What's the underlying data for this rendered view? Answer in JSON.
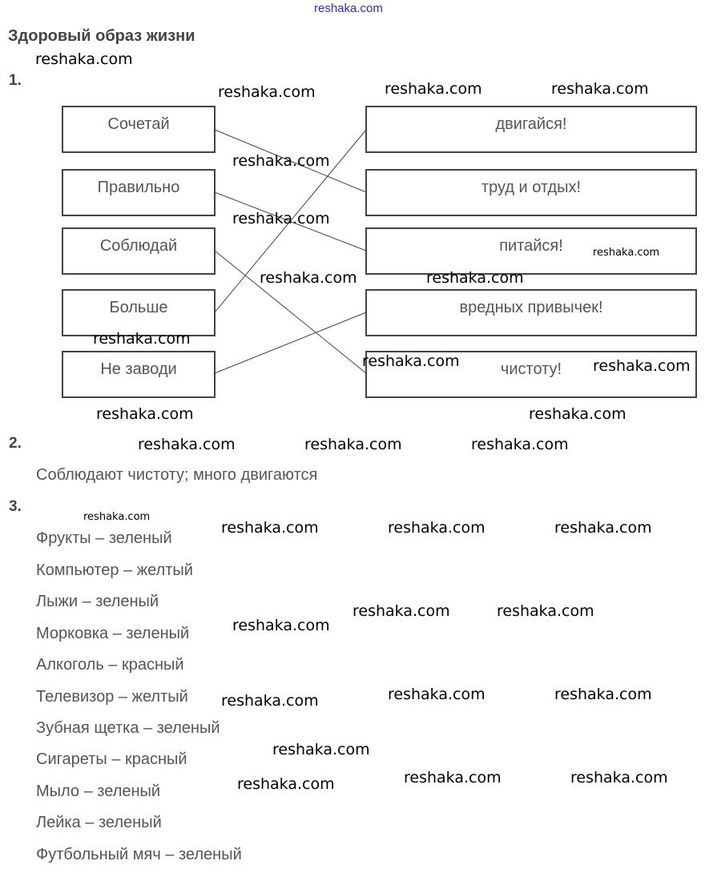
{
  "top_link": "reshaka.com",
  "title": "Здоровый образ жизни",
  "task1": {
    "number": "1.",
    "left": [
      "Сочетай",
      "Правильно",
      "Соблюдай",
      "Больше",
      "Не заводи"
    ],
    "right": [
      "двигайся!",
      "труд и отдых!",
      "питайся!",
      "вредных привычек!",
      "чистоту!"
    ],
    "connections": [
      [
        0,
        1
      ],
      [
        1,
        2
      ],
      [
        2,
        4
      ],
      [
        3,
        0
      ],
      [
        4,
        3
      ]
    ]
  },
  "task2": {
    "number": "2.",
    "answer": "Соблюдают чистоту; много двигаются"
  },
  "task3": {
    "number": "3.",
    "items": [
      "Фрукты – зеленый",
      "Компьютер – желтый",
      "Лыжи – зеленый",
      "Морковка – зеленый",
      "Алкоголь – красный",
      "Телевизор – желтый",
      "Зубная щетка – зеленый",
      "Сигареты – красный",
      "Мыло – зеленый",
      "Лейка – зеленый",
      "Футбольный мяч – зеленый"
    ]
  },
  "watermark": "reshaka.com"
}
